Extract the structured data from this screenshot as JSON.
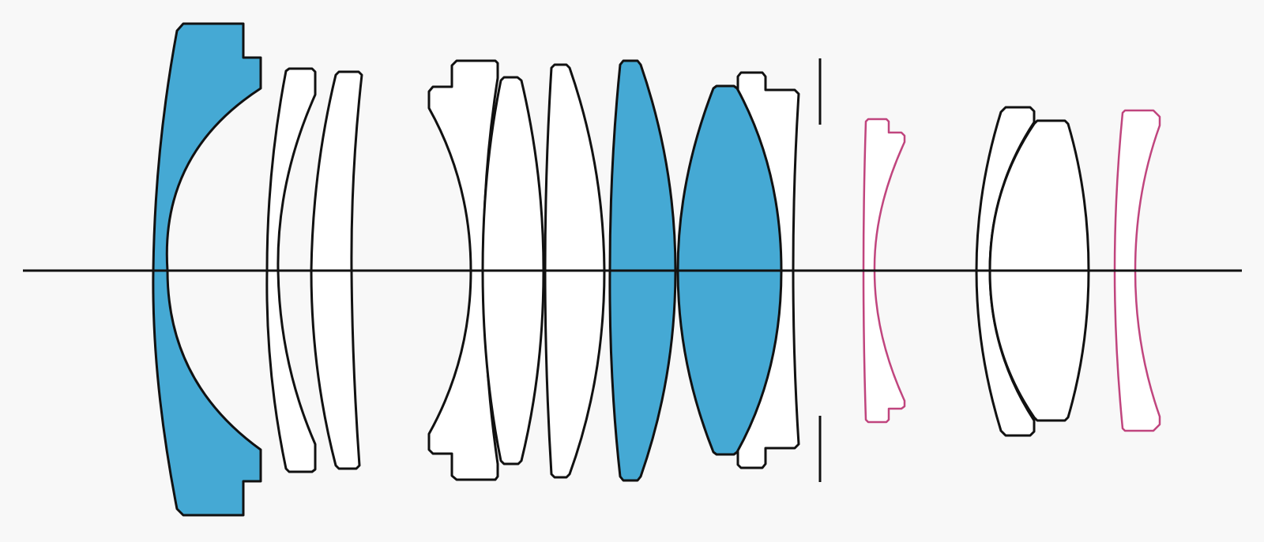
{
  "diagram": {
    "colors": {
      "background": "#f8f8f8",
      "outline": "#111111",
      "plain_fill": "#ffffff",
      "special_fill": "#45a9d4",
      "aspherical_outline": "#c0457e"
    },
    "elements": [
      {
        "id": "L1",
        "fill": "special"
      },
      {
        "id": "L2",
        "fill": "plain"
      },
      {
        "id": "L3",
        "fill": "plain"
      },
      {
        "id": "L4",
        "fill": "plain"
      },
      {
        "id": "L5",
        "fill": "plain"
      },
      {
        "id": "L6",
        "fill": "plain"
      },
      {
        "id": "L7",
        "fill": "special"
      },
      {
        "id": "L8",
        "fill": "special"
      },
      {
        "id": "L9",
        "fill": "plain"
      },
      {
        "id": "L10",
        "fill": "plain",
        "outline": "aspherical"
      },
      {
        "id": "L11",
        "fill": "plain"
      },
      {
        "id": "L12",
        "fill": "plain"
      },
      {
        "id": "L13",
        "fill": "plain",
        "outline": "aspherical"
      }
    ],
    "has_aperture_stop": true,
    "has_optical_axis": true
  }
}
